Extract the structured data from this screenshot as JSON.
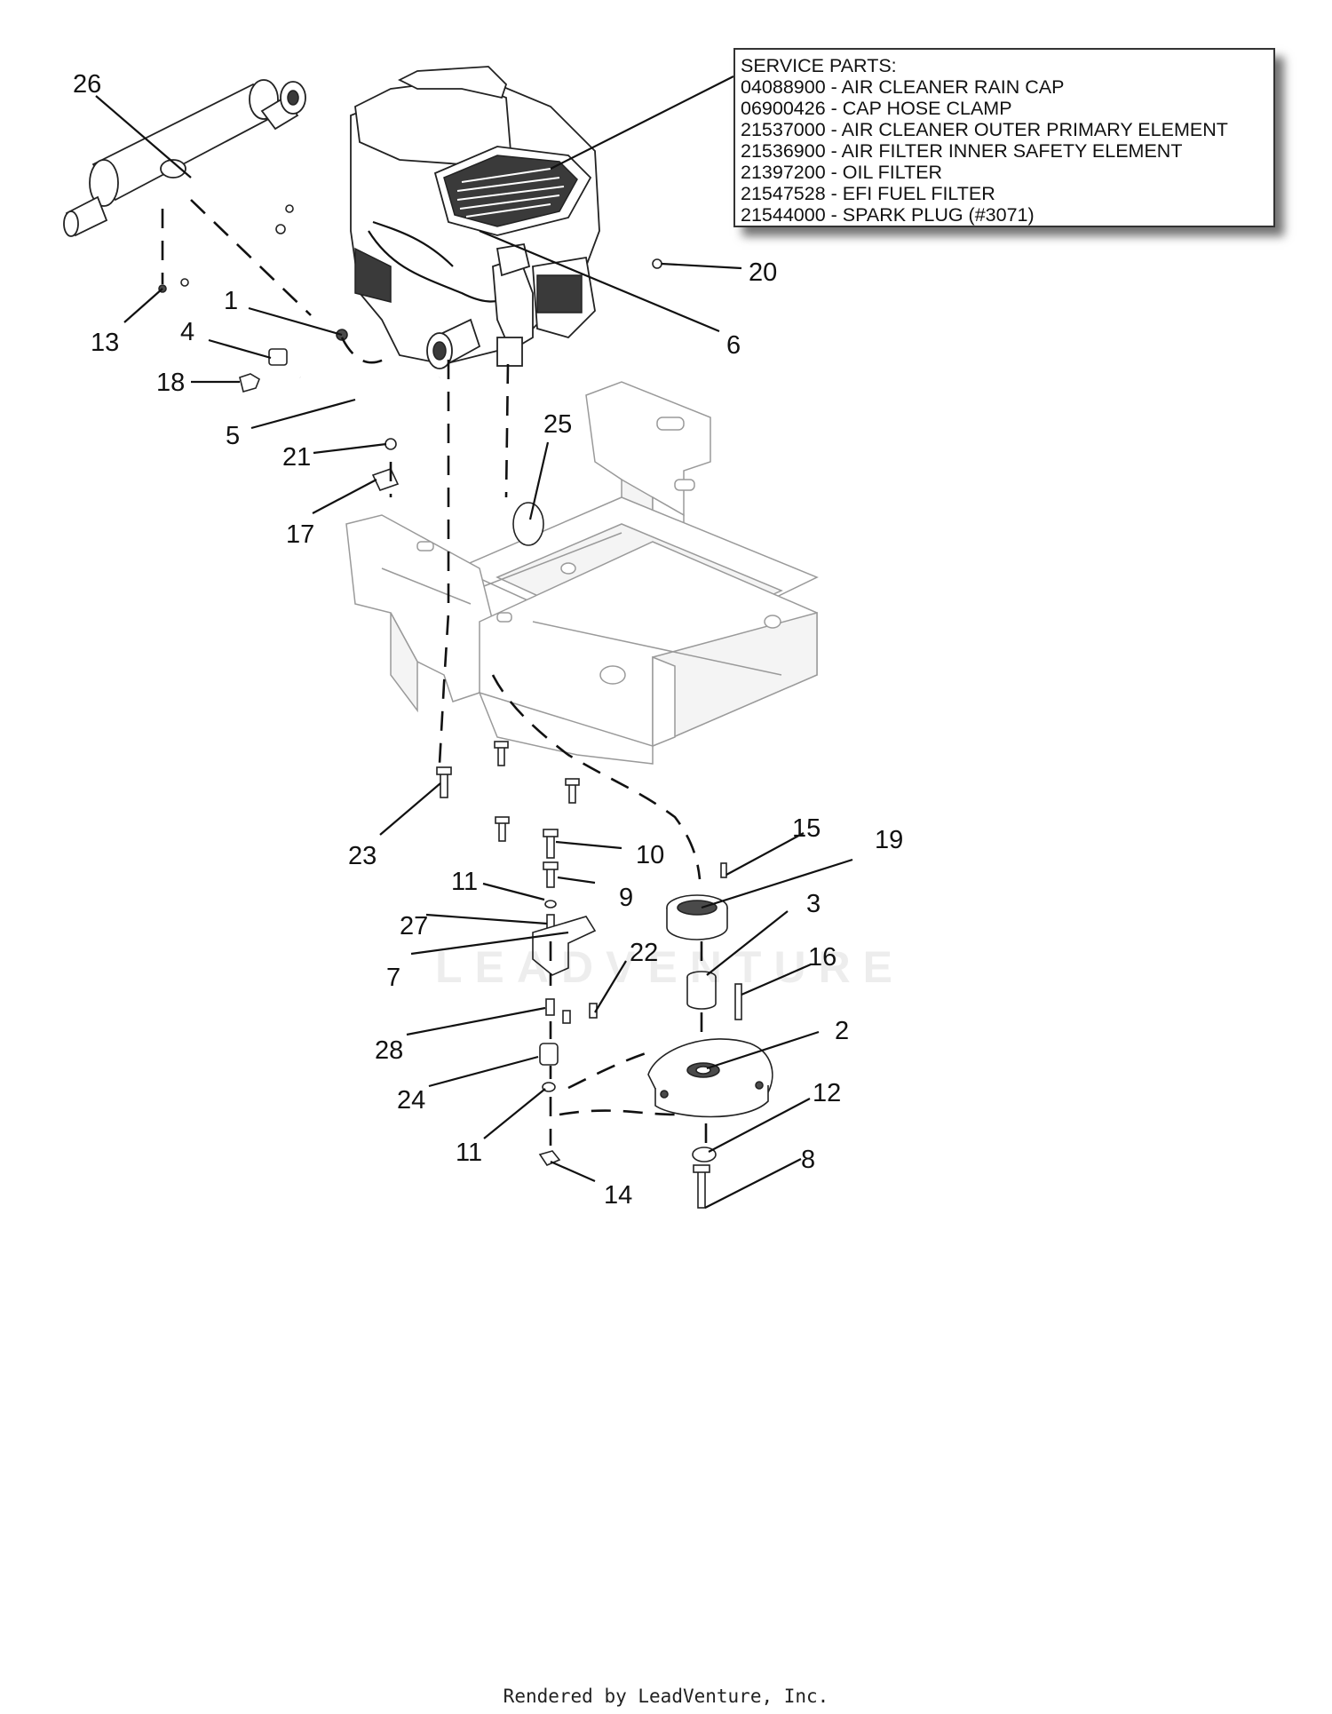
{
  "service_parts": {
    "heading": "SERVICE PARTS:",
    "items": [
      "04088900 - AIR CLEANER RAIN CAP",
      "06900426 - CAP HOSE CLAMP",
      "21537000 - AIR CLEANER OUTER PRIMARY ELEMENT",
      "21536900 - AIR FILTER INNER SAFETY ELEMENT",
      "21397200 - OIL FILTER",
      "21547528 - EFI FUEL FILTER",
      "21544000 - SPARK PLUG (#3071)"
    ]
  },
  "callouts": [
    "26",
    "1",
    "13",
    "4",
    "18",
    "5",
    "21",
    "17",
    "25",
    "6",
    "20",
    "23",
    "10",
    "15",
    "19",
    "11",
    "9",
    "3",
    "27",
    "22",
    "16",
    "7",
    "28",
    "2",
    "24",
    "12",
    "11",
    "8",
    "14"
  ],
  "watermark": "LEADVENTURE",
  "footer": "Rendered by LeadVenture, Inc.",
  "colors": {
    "ink": "#111111",
    "frame": "#9a9a9a",
    "background": "#ffffff"
  }
}
